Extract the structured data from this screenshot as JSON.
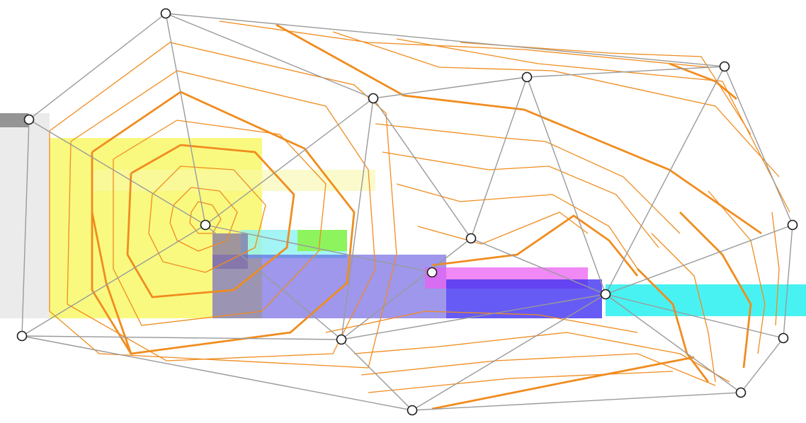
{
  "diagram": {
    "kind": "triangulated-contour-mesh",
    "colors": {
      "background": "#ffffff",
      "mesh_edge": "#9a9a9a",
      "contour": "#f08c1e",
      "node_stroke": "#1a1a1a",
      "node_fill": "#ffffff",
      "glitch_yellow": "#f5f542",
      "glitch_cyan": "#29f0f0",
      "glitch_blue": "#2a1bf0",
      "glitch_magenta": "#e84ef0",
      "glitch_green": "#7cf22e",
      "glitch_gray": "#9a9a9a"
    },
    "node_count": 15,
    "nodes": [
      {
        "id": "n1"
      },
      {
        "id": "n2"
      },
      {
        "id": "n3"
      },
      {
        "id": "n4"
      },
      {
        "id": "n5"
      },
      {
        "id": "n6"
      },
      {
        "id": "n7"
      },
      {
        "id": "n8"
      },
      {
        "id": "n9"
      },
      {
        "id": "n10"
      },
      {
        "id": "n11"
      },
      {
        "id": "n12"
      },
      {
        "id": "n13"
      },
      {
        "id": "n14"
      },
      {
        "id": "n15"
      }
    ]
  }
}
